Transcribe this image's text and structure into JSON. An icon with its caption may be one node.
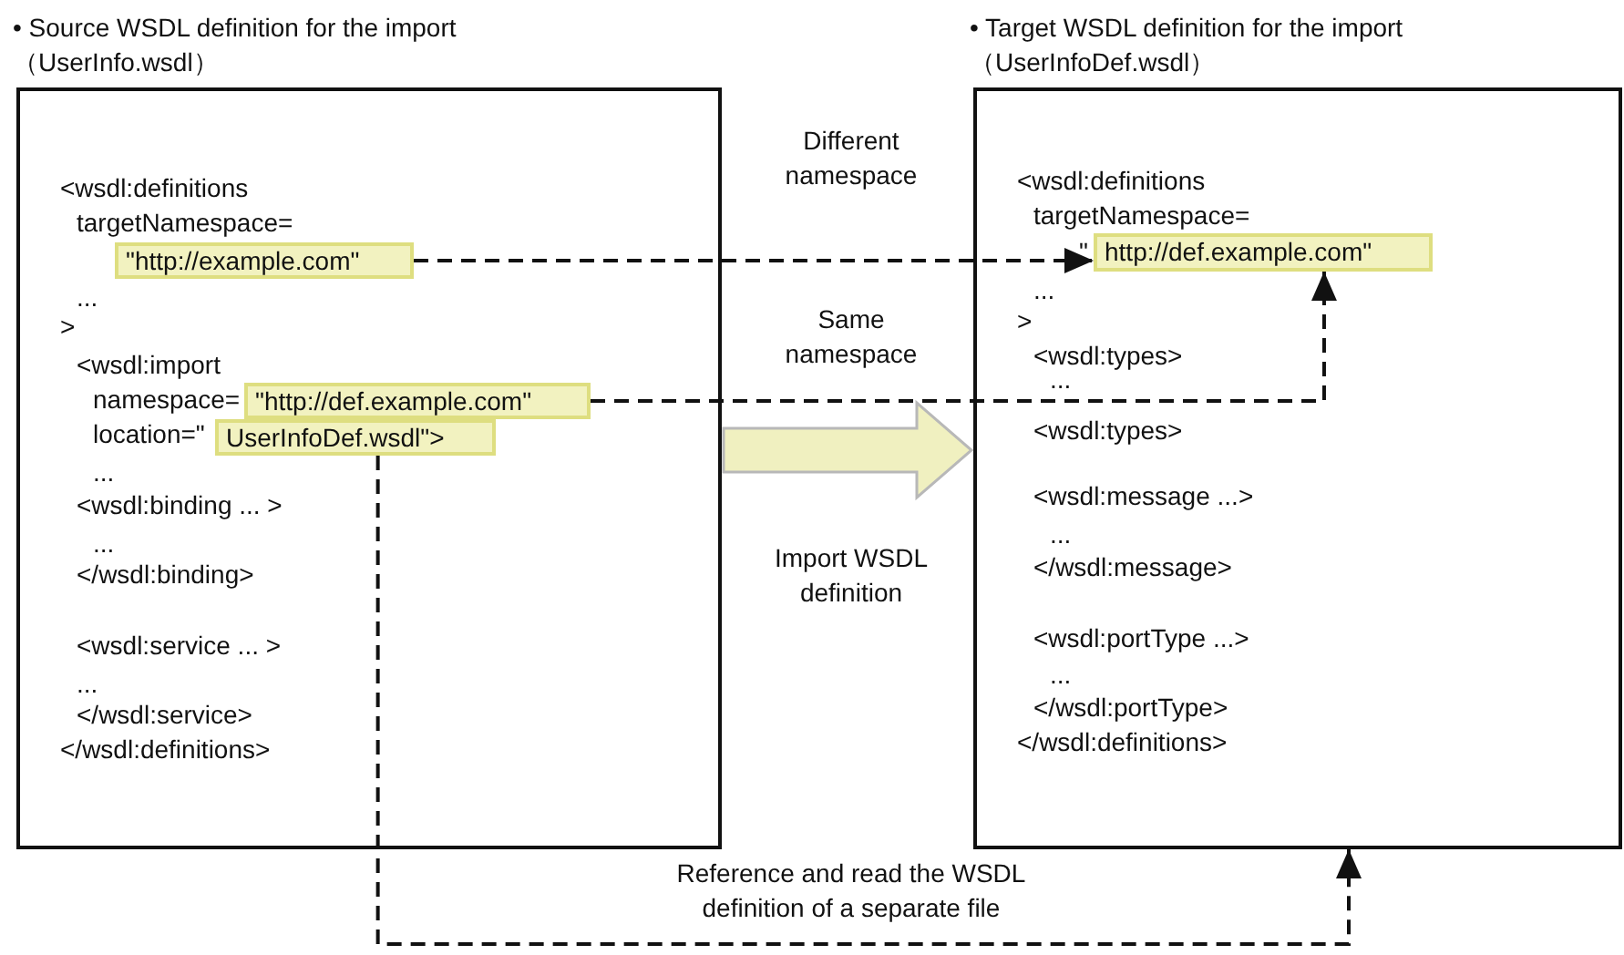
{
  "diagram": {
    "nodes": [
      {
        "text": [
          "• Source WSDL definition for the import （UserInfo.wsdl）",
          "<wsdl:definitions",
          "targetNamespace=",
          "...",
          ">",
          "<wsdl:import",
          "namespace=",
          "location=\"",
          "...",
          "<wsdl:binding ... >",
          "...",
          "</wsdl:binding>",
          "<wsdl:service ... >",
          "...",
          "</wsdl:service>",
          "</wsdl:definitions>"
        ]
      },
      {
        "text": [
          "\"http://example.com\""
        ],
        "in": 0
      },
      {
        "text": [
          "\"http://def.example.com\""
        ],
        "in": 0
      },
      {
        "text": [
          "UserInfoDef.wsdl\">"
        ],
        "in": 0
      },
      {
        "text": [
          "• Target WSDL definition for the import （UserInfoDef.wsdl）",
          "<wsdl:definitions",
          "targetNamespace=",
          "\"",
          "...",
          ">",
          "<wsdl:types>",
          "...",
          "<wsdl:types>",
          "<wsdl:message ...>",
          "...",
          "</wsdl:message>",
          "<wsdl:portType ...>",
          "...",
          "</wsdl:portType>",
          "</wsdl:definitions>"
        ]
      },
      {
        "text": [
          "http://def.example.com\""
        ],
        "in": 4
      }
    ],
    "edges": [
      {
        "from": 1,
        "to": 5,
        "arrow": "to",
        "label": "Different namespace",
        "style": "dashed"
      },
      {
        "from": 2,
        "to": 5,
        "arrow": "to",
        "label": "Same namespace",
        "style": "dashed"
      },
      {
        "from": 0,
        "to": 4,
        "arrow": "to",
        "label": "Import WSDL definition",
        "style": "thick",
        "color": "#f0f0c0"
      },
      {
        "from": 3,
        "to": 4,
        "arrow": "to",
        "label": "Reference and read the WSDL definition of a separate file",
        "style": "dashed"
      }
    ]
  }
}
